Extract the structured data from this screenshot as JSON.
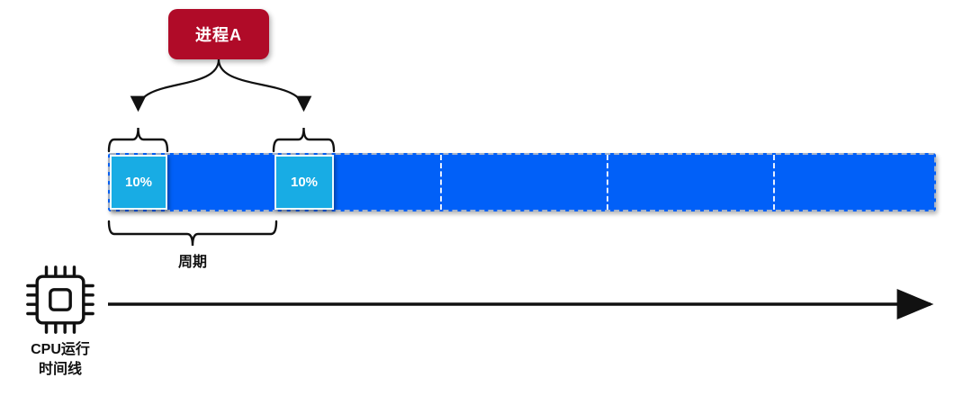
{
  "colors": {
    "process_box": "#b00b28",
    "bar_blue": "#0160f8",
    "segment_cyan": "#18ace4",
    "ink": "#111111"
  },
  "process_box": {
    "label": "进程A"
  },
  "timeline_bar": {
    "segments": [
      {
        "label": "10%"
      },
      {
        "label": "10%"
      }
    ],
    "cycle_label": "周期"
  },
  "cpu": {
    "label_line1": "CPU运行",
    "label_line2": "时间线"
  }
}
